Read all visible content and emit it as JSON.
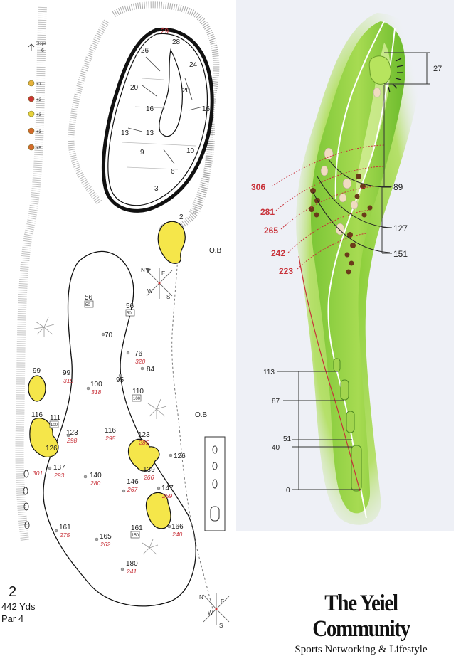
{
  "left_map": {
    "slope_label": "Slope",
    "slope_value": "6",
    "legend": [
      {
        "label": "+1",
        "color": "#e8b23a"
      },
      {
        "label": "+2",
        "color": "#cc3333"
      },
      {
        "label": "+3",
        "color": "#e8d23a"
      },
      {
        "label": "+3",
        "color": "#d4682a"
      },
      {
        "label": "+5",
        "color": "#d46a2a"
      }
    ],
    "green_numbers": [
      {
        "t": "29",
        "red": true
      },
      {
        "t": "28"
      },
      {
        "t": "26"
      },
      {
        "t": "24"
      },
      {
        "t": "20"
      },
      {
        "t": "20"
      },
      {
        "t": "16"
      },
      {
        "t": "16"
      },
      {
        "t": "13"
      },
      {
        "t": "13"
      },
      {
        "t": "9"
      },
      {
        "t": "10"
      },
      {
        "t": "6"
      },
      {
        "t": "3"
      },
      {
        "t": "2"
      }
    ],
    "ob_labels": [
      "O.B",
      "O.B"
    ],
    "markers": [
      {
        "top": "56",
        "box": "50"
      },
      {
        "top": "56",
        "box": "50"
      },
      {
        "top": "111",
        "box": "100"
      },
      {
        "top": "110",
        "box": "100"
      },
      {
        "top": "161",
        "box": "150"
      }
    ],
    "yardages": [
      {
        "b": "70"
      },
      {
        "b": "76",
        "r": "320"
      },
      {
        "b": "84"
      },
      {
        "b": "95"
      },
      {
        "b": "99"
      },
      {
        "b": "99",
        "r": "319"
      },
      {
        "b": "100",
        "r": "318"
      },
      {
        "b": "116"
      },
      {
        "b": "116",
        "r": "295"
      },
      {
        "b": "123",
        "r": "298"
      },
      {
        "b": "123",
        "r": "285"
      },
      {
        "b": "126"
      },
      {
        "b": "126"
      },
      {
        "b": "",
        "r": "301"
      },
      {
        "b": "137",
        "r": "293"
      },
      {
        "b": "139",
        "r": "266"
      },
      {
        "b": "140",
        "r": "280"
      },
      {
        "b": "146",
        "r": "267"
      },
      {
        "b": "147",
        "r": "259"
      },
      {
        "b": "161",
        "r": "275"
      },
      {
        "b": "165",
        "r": "262"
      },
      {
        "b": "166",
        "r": "240"
      },
      {
        "b": "180",
        "r": "241"
      }
    ]
  },
  "compass": {
    "n": "N",
    "e": "E",
    "s": "S",
    "w": "W"
  },
  "hole": {
    "number": "2",
    "yards": "442 Yds",
    "par": "Par 4"
  },
  "right_map": {
    "green_depth": "27",
    "left_distances": [
      "306",
      "281",
      "265",
      "242",
      "223"
    ],
    "right_distances": [
      "89",
      "127",
      "151"
    ],
    "tee_distances": [
      "113",
      "87",
      "51",
      "40",
      "0"
    ]
  },
  "brand": {
    "name": "The Yeiel Community",
    "tagline": "Sports Networking & Lifestyle"
  },
  "colors": {
    "sand": "#f5e64a",
    "fairway": "#9fd84a",
    "fairway_light": "#d6ef9a",
    "red_text": "#c8323a",
    "panel_bg": "#eef0f6"
  }
}
